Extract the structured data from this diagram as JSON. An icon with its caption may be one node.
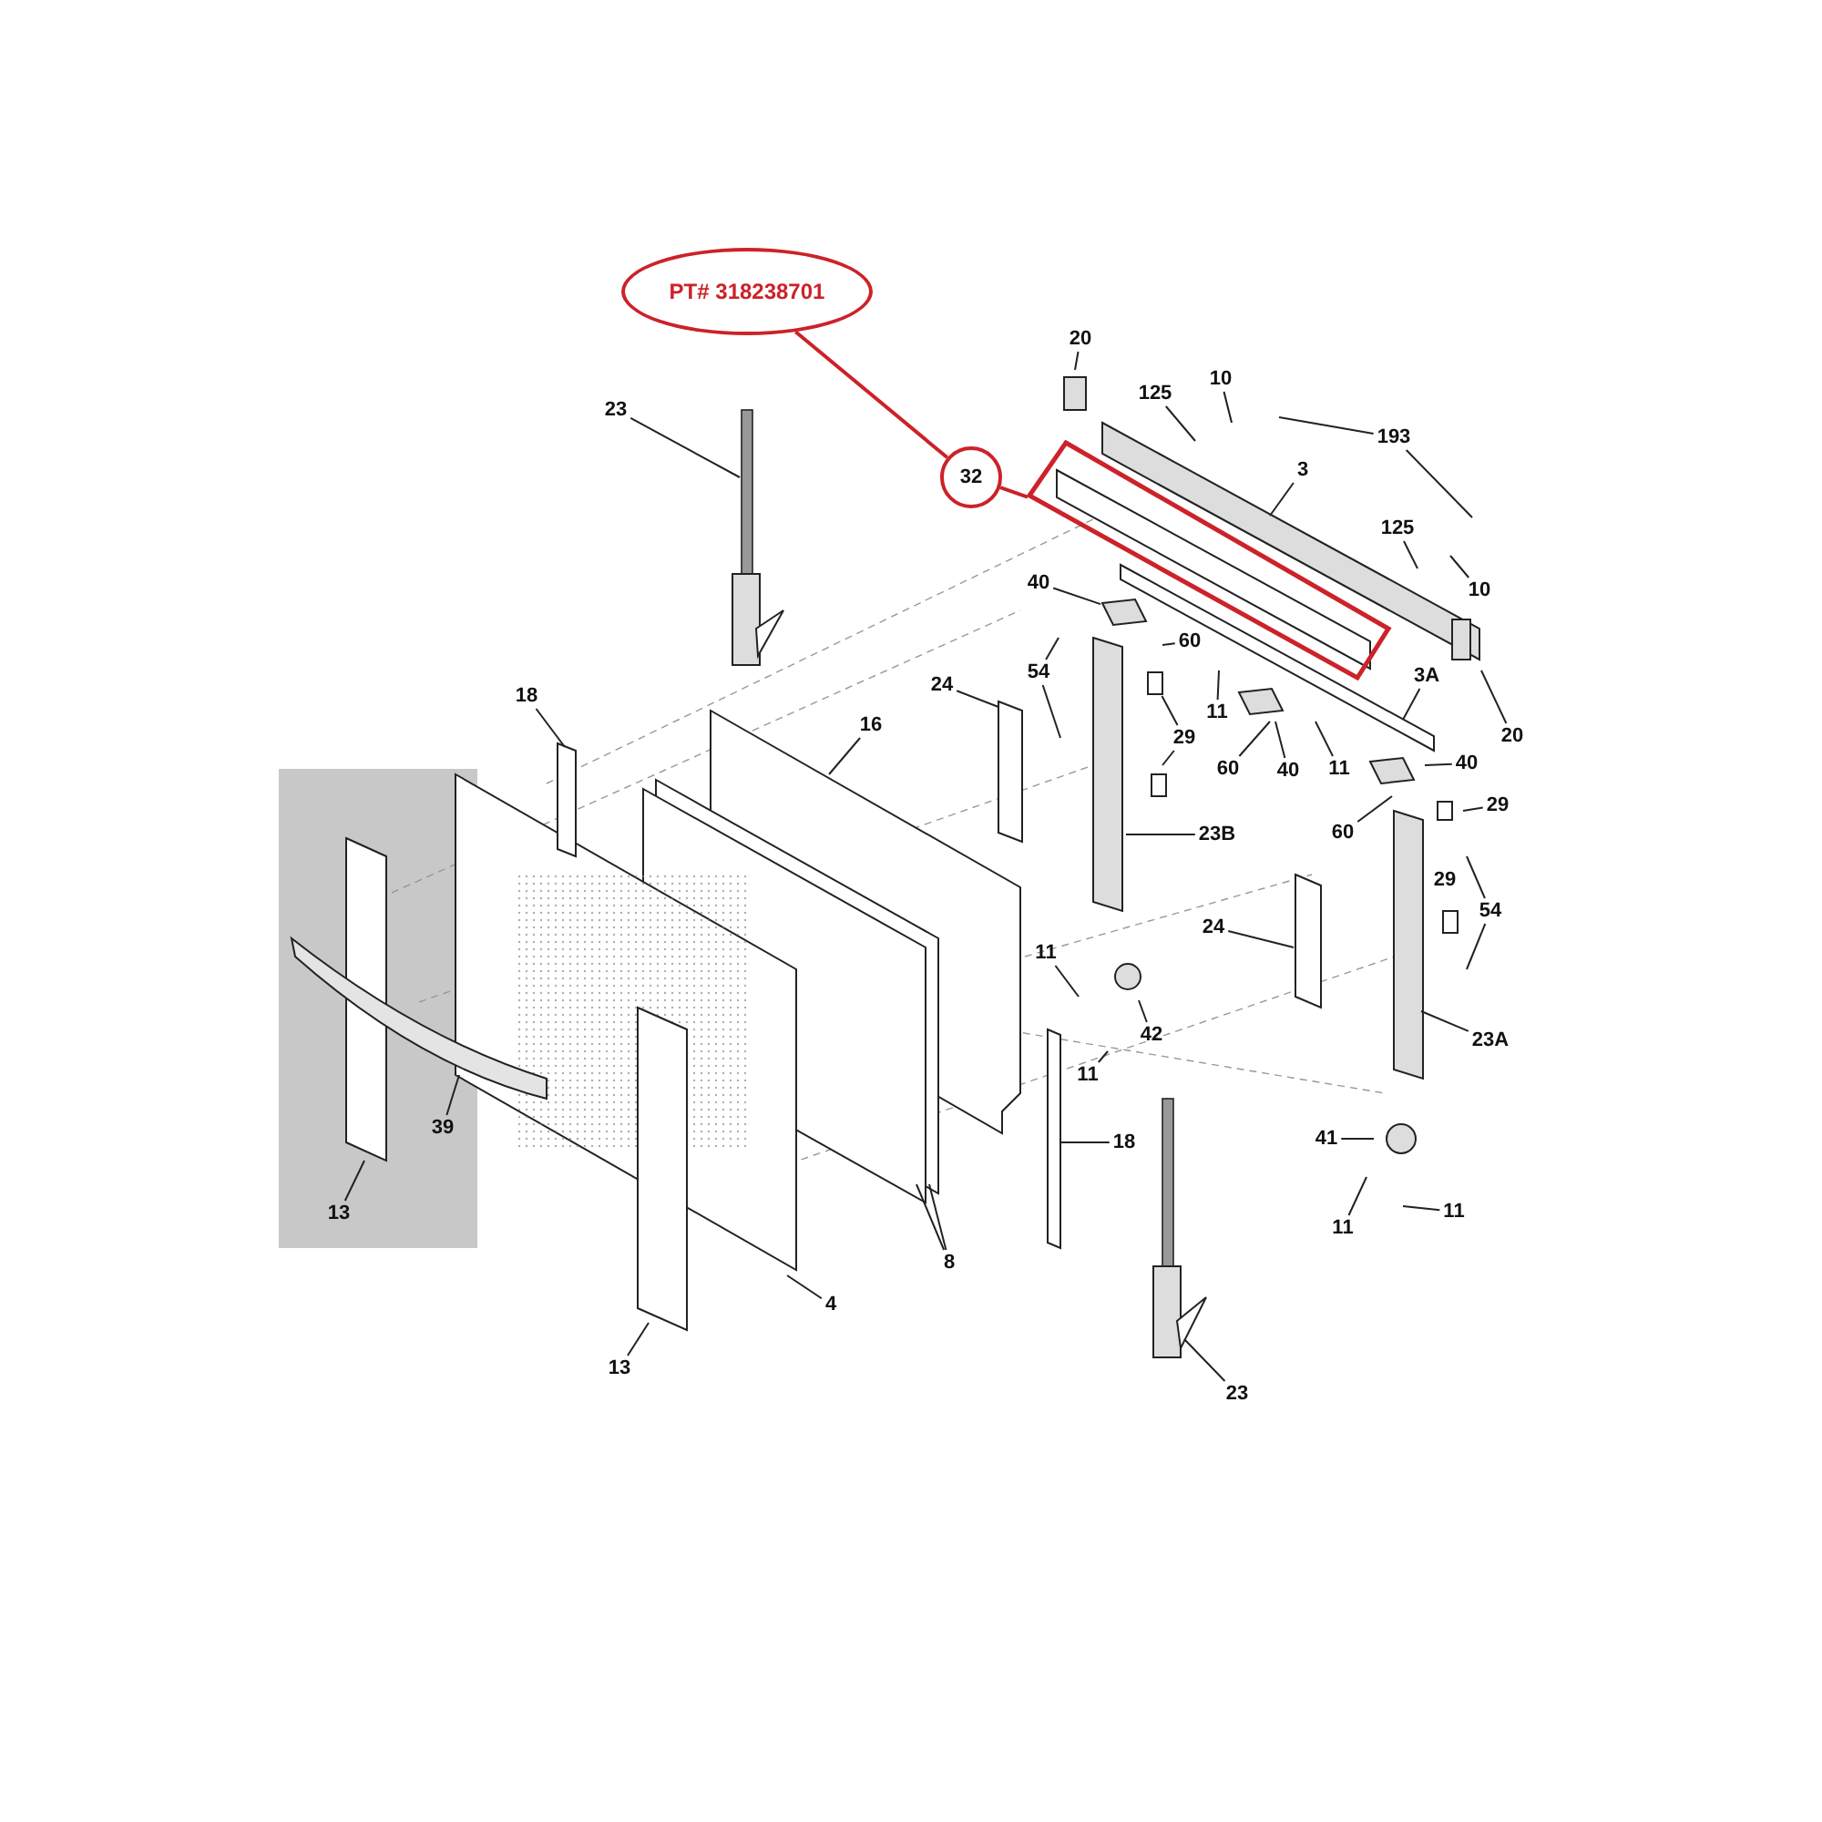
{
  "diagram": {
    "nodes": [
      {
        "text": [
          "PT# 318238701"
        ]
      },
      {
        "text": [
          "32"
        ]
      },
      {
        "text": [],
        "shape": "box"
      },
      {
        "text": [
          "20"
        ]
      },
      {
        "text": [
          "23"
        ]
      },
      {
        "text": [
          "125"
        ]
      },
      {
        "text": [
          "10"
        ]
      },
      {
        "text": [
          "193"
        ]
      },
      {
        "text": [
          "3"
        ]
      },
      {
        "text": [
          "125"
        ]
      },
      {
        "text": [
          "10"
        ]
      },
      {
        "text": [
          "20"
        ]
      },
      {
        "text": [
          "40"
        ]
      },
      {
        "text": [
          "60"
        ]
      },
      {
        "text": [
          "54"
        ]
      },
      {
        "text": [
          "3A"
        ]
      },
      {
        "text": [
          "11"
        ]
      },
      {
        "text": [
          "24"
        ]
      },
      {
        "text": [
          "18"
        ]
      },
      {
        "text": [
          "16"
        ]
      },
      {
        "text": [
          "29"
        ]
      },
      {
        "text": [
          "60"
        ]
      },
      {
        "text": [
          "40"
        ]
      },
      {
        "text": [
          "11"
        ]
      },
      {
        "text": [
          "40"
        ]
      },
      {
        "text": [
          "60"
        ]
      },
      {
        "text": [
          "29"
        ]
      },
      {
        "text": [
          "23B"
        ]
      },
      {
        "text": [
          "54"
        ]
      },
      {
        "text": [
          "24"
        ]
      },
      {
        "text": [
          "11"
        ]
      },
      {
        "text": [
          "42"
        ]
      },
      {
        "text": [
          "11"
        ]
      },
      {
        "text": [
          "18"
        ]
      },
      {
        "text": [
          "23A"
        ]
      },
      {
        "text": [
          "41"
        ]
      },
      {
        "text": [
          "11"
        ]
      },
      {
        "text": [
          "11"
        ]
      },
      {
        "text": [
          "39"
        ]
      },
      {
        "text": [
          "13"
        ]
      },
      {
        "text": [
          "8"
        ]
      },
      {
        "text": [
          "4"
        ]
      },
      {
        "text": [
          "13"
        ]
      },
      {
        "text": [
          "23"
        ]
      },
      {
        "text": [],
        "shape": "box"
      },
      {
        "text": [],
        "shape": "box"
      }
    ],
    "edges": [
      {
        "from": 0,
        "to": 1,
        "arrow": "none",
        "color": "#cc2229"
      },
      {
        "from": 1,
        "to": 2,
        "arrow": "none",
        "color": "#cc2229"
      },
      {
        "from": 3,
        "to": null,
        "arrow": "none"
      },
      {
        "from": 4,
        "to": null,
        "arrow": "none"
      },
      {
        "from": 5,
        "to": null,
        "arrow": "none"
      },
      {
        "from": 6,
        "to": null,
        "arrow": "none"
      },
      {
        "from": 7,
        "to": null,
        "arrow": "none"
      },
      {
        "from": 7,
        "to": null,
        "arrow": "none"
      },
      {
        "from": 8,
        "to": null,
        "arrow": "none"
      },
      {
        "from": 9,
        "to": null,
        "arrow": "none"
      },
      {
        "from": 10,
        "to": null,
        "arrow": "none"
      },
      {
        "from": 11,
        "to": null,
        "arrow": "none"
      },
      {
        "from": 12,
        "to": 44,
        "arrow": "none"
      },
      {
        "from": 13,
        "to": null,
        "arrow": "none"
      },
      {
        "from": 14,
        "to": null,
        "arrow": "none"
      },
      {
        "from": 14,
        "to": null,
        "arrow": "none"
      },
      {
        "from": 15,
        "to": null,
        "arrow": "none"
      },
      {
        "from": 16,
        "to": null,
        "arrow": "none"
      },
      {
        "from": 17,
        "to": null,
        "arrow": "none"
      },
      {
        "from": 18,
        "to": null,
        "arrow": "none"
      },
      {
        "from": 19,
        "to": null,
        "arrow": "none"
      },
      {
        "from": 20,
        "to": 45,
        "arrow": "none"
      },
      {
        "from": 20,
        "to": null,
        "arrow": "none"
      },
      {
        "from": 21,
        "to": null,
        "arrow": "none"
      },
      {
        "from": 22,
        "to": null,
        "arrow": "none"
      },
      {
        "from": 23,
        "to": null,
        "arrow": "none"
      },
      {
        "from": 24,
        "to": null,
        "arrow": "none"
      },
      {
        "from": 25,
        "to": null,
        "arrow": "none"
      },
      {
        "from": 26,
        "to": null,
        "arrow": "none"
      },
      {
        "from": 27,
        "to": null,
        "arrow": "none"
      },
      {
        "from": 28,
        "to": null,
        "arrow": "none"
      },
      {
        "from": 28,
        "to": null,
        "arrow": "none"
      },
      {
        "from": 29,
        "to": null,
        "arrow": "none"
      },
      {
        "from": 30,
        "to": null,
        "arrow": "none"
      },
      {
        "from": 31,
        "to": null,
        "arrow": "none"
      },
      {
        "from": 32,
        "to": null,
        "arrow": "none"
      },
      {
        "from": 33,
        "to": null,
        "arrow": "none"
      },
      {
        "from": 34,
        "to": null,
        "arrow": "none"
      },
      {
        "from": 35,
        "to": null,
        "arrow": "none"
      },
      {
        "from": 36,
        "to": null,
        "arrow": "none"
      },
      {
        "from": 37,
        "to": null,
        "arrow": "none"
      },
      {
        "from": 38,
        "to": null,
        "arrow": "none"
      },
      {
        "from": 39,
        "to": null,
        "arrow": "none"
      },
      {
        "from": 40,
        "to": null,
        "arrow": "none"
      },
      {
        "from": 40,
        "to": null,
        "arrow": "none"
      },
      {
        "from": 41,
        "to": null,
        "arrow": "none"
      },
      {
        "from": 42,
        "to": null,
        "arrow": "none"
      },
      {
        "from": 43,
        "to": null,
        "arrow": "none"
      }
    ],
    "labels": [
      "29"
    ]
  }
}
